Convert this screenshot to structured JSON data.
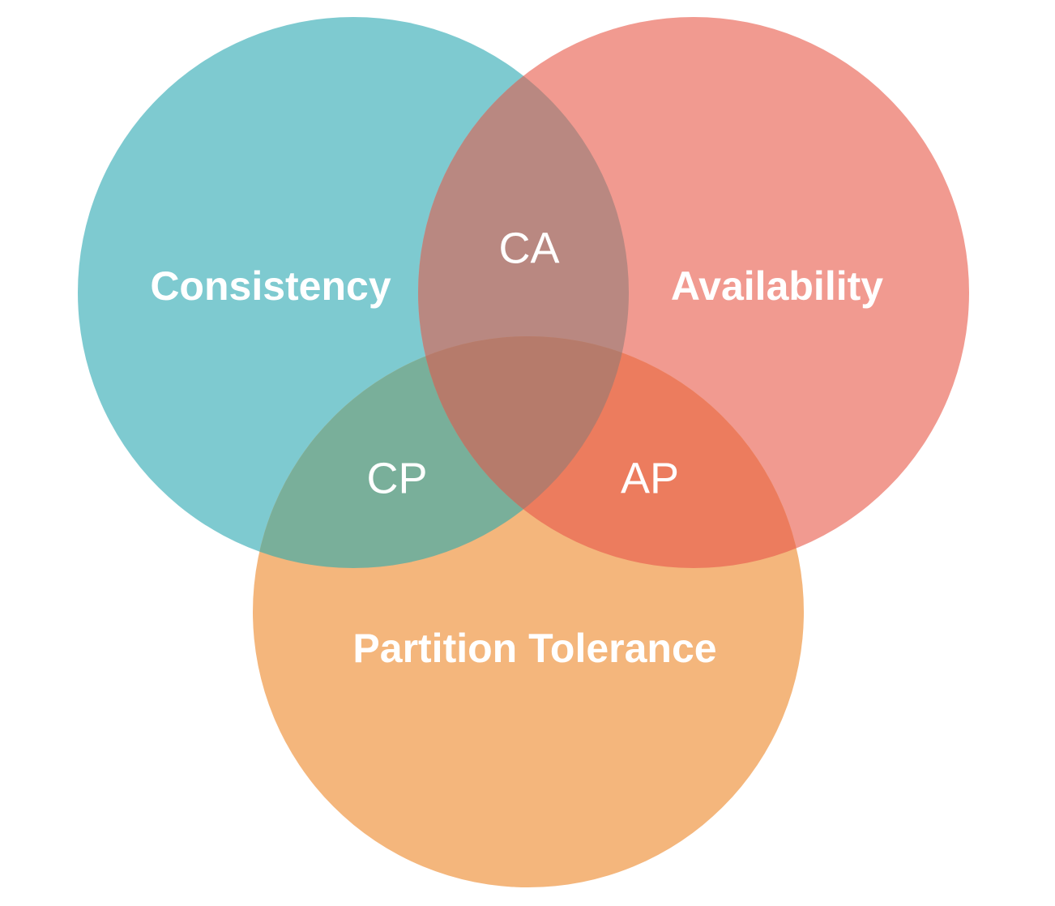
{
  "sets": {
    "consistency": {
      "label": "Consistency",
      "color": "#7ECAD0"
    },
    "availability": {
      "label": "Availability",
      "color": "#F19A90"
    },
    "partition_tolerance": {
      "label": "Partition Tolerance",
      "color": "#F4B67C"
    }
  },
  "regions": {
    "ca": {
      "label": "CA"
    },
    "cp": {
      "label": "CP"
    },
    "ap": {
      "label": "AP"
    }
  },
  "overlap_colors": {
    "ca": "#B98881",
    "cp": "#79AF9A",
    "ap": "#EC7C5E",
    "cap": "#B67B6B"
  }
}
